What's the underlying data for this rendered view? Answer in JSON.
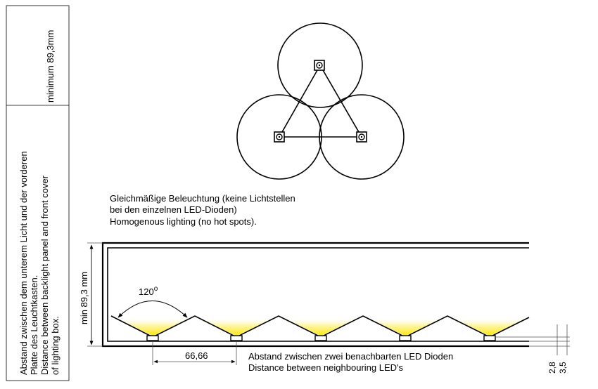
{
  "side_table": {
    "cell_top": "minimum 89,3mm",
    "cell_bottom_lines": [
      "Abstand zwischen dem unterem Licht und der vorderen",
      "Platte des Leuchtkasten.",
      "Distance between backlight panel and front cover",
      "of lighting box."
    ]
  },
  "caption": {
    "lines": [
      "Gleichmäßige Beleuchtung (keine Lichtstellen",
      "bei den einzelnen LED-Dioden)",
      "Homogenous lighting (no hot spots)."
    ]
  },
  "section": {
    "height_label": "min 89,3  mm",
    "angle_label": "120",
    "angle_degree": "o",
    "pitch_label": "66,66",
    "pitch_caption": [
      "Abstand zwischen zwei benachbarten LED Dioden",
      "Distance between neighbouring LED's"
    ],
    "dim_small_1": "2,8",
    "dim_small_2": "3,5"
  },
  "colors": {
    "light_glow": "#ffe600",
    "stroke": "#000000"
  }
}
